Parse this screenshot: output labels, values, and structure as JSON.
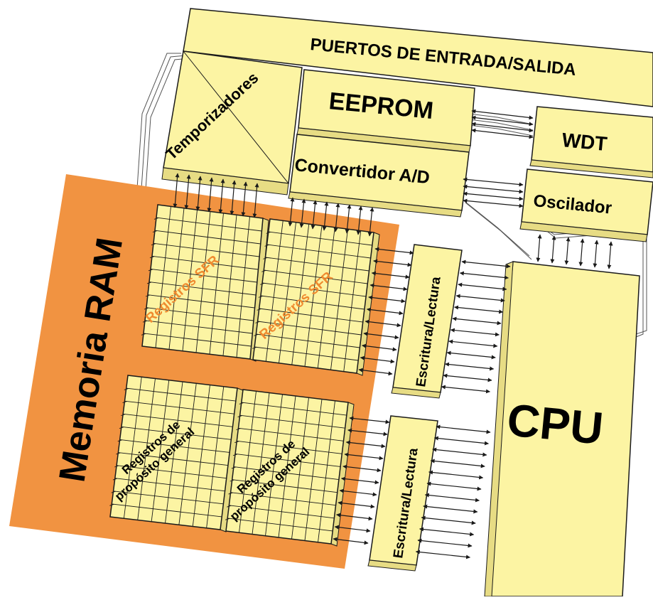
{
  "colors": {
    "block_fill": "#fcf4a3",
    "block_side": "#e7dc84",
    "stroke": "#1a1a1a",
    "ram_fill": "#f19341",
    "ram_label": "#000000",
    "sfr_label": "#ef8a2f"
  },
  "labels": {
    "puertos": "PUERTOS DE ENTRADA/SALIDA",
    "temporizadores": "Temporizadores",
    "eeprom": "EEPROM",
    "convertidor": "Convertidor A/D",
    "wdt": "WDT",
    "oscilador": "Oscilador",
    "memoria_ram": "Memoria RAM",
    "registros_sfr_1": "Registros SFR",
    "registros_sfr_2": "Registros SFR",
    "registros_gp_1_line1": "Registros de",
    "registros_gp_1_line2": "propósito general",
    "registros_gp_2_line1": "Registros de",
    "registros_gp_2_line2": "propósito general",
    "escritura_lectura_1": "Escritura/Lectura",
    "escritura_lectura_2": "Escritura/Lectura",
    "cpu": "CPU"
  },
  "icons": [
    "bidirectional-arrow-icon"
  ]
}
